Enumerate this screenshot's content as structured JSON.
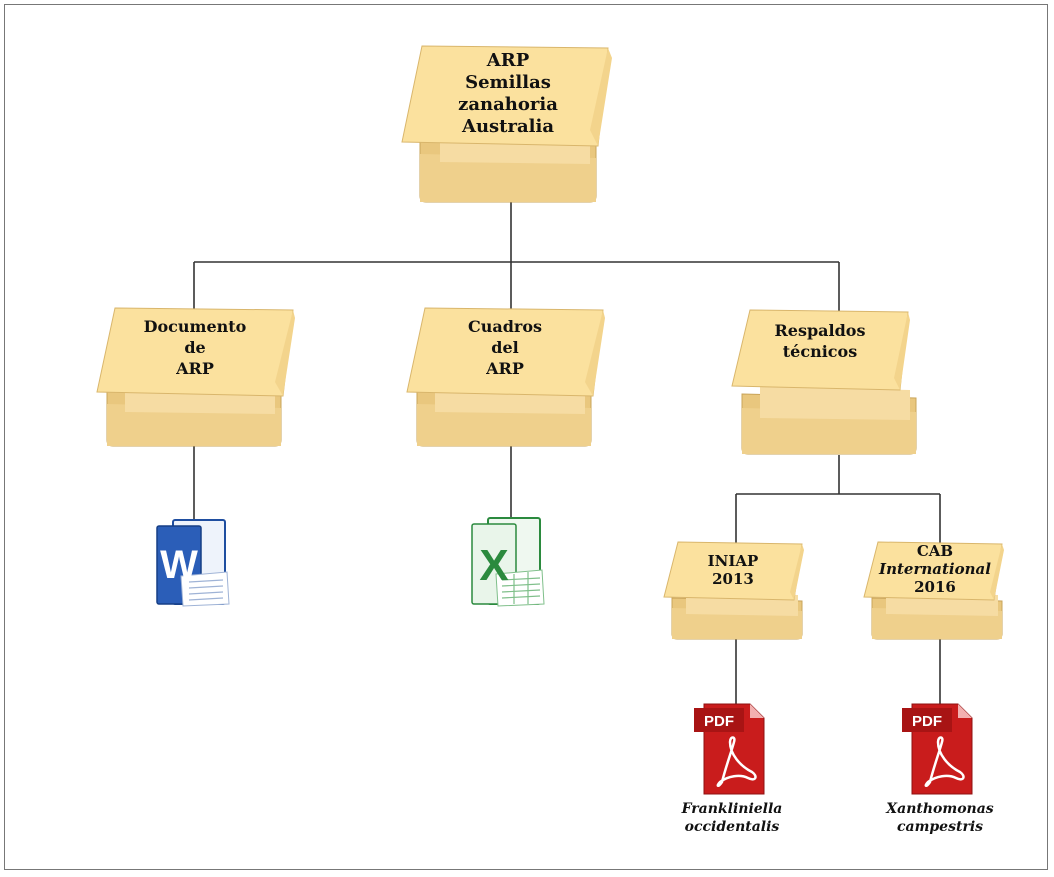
{
  "root": {
    "lines": [
      "ARP",
      "Semillas",
      "zanahoria",
      "Australia"
    ]
  },
  "level1": [
    {
      "lines": [
        "Documento",
        "de",
        "ARP"
      ]
    },
    {
      "lines": [
        "Cuadros",
        "del",
        "ARP"
      ]
    },
    {
      "lines": [
        "Respaldos",
        "técnicos"
      ]
    }
  ],
  "level2": [
    {
      "lines": [
        "INIAP",
        "2013"
      ]
    },
    {
      "lines": [
        "CAB",
        "International",
        "2016"
      ]
    }
  ],
  "files": [
    {
      "icon": "word-document-icon",
      "letter": "W",
      "color": "#1f4ea0"
    },
    {
      "icon": "excel-spreadsheet-icon",
      "letter": "X",
      "color": "#2b8a3e"
    },
    {
      "icon": "pdf-icon",
      "badge": "PDF",
      "color": "#c91c1c"
    },
    {
      "icon": "pdf-icon",
      "badge": "PDF",
      "color": "#c91c1c"
    }
  ],
  "captions": [
    {
      "lines": [
        "Frankliniella",
        "occidentalis"
      ]
    },
    {
      "lines": [
        "Xanthomonas",
        "campestris"
      ]
    }
  ],
  "colors": {
    "folder_front": "#fbe19e",
    "folder_back": "#e9c77e",
    "connector": "#333333"
  }
}
